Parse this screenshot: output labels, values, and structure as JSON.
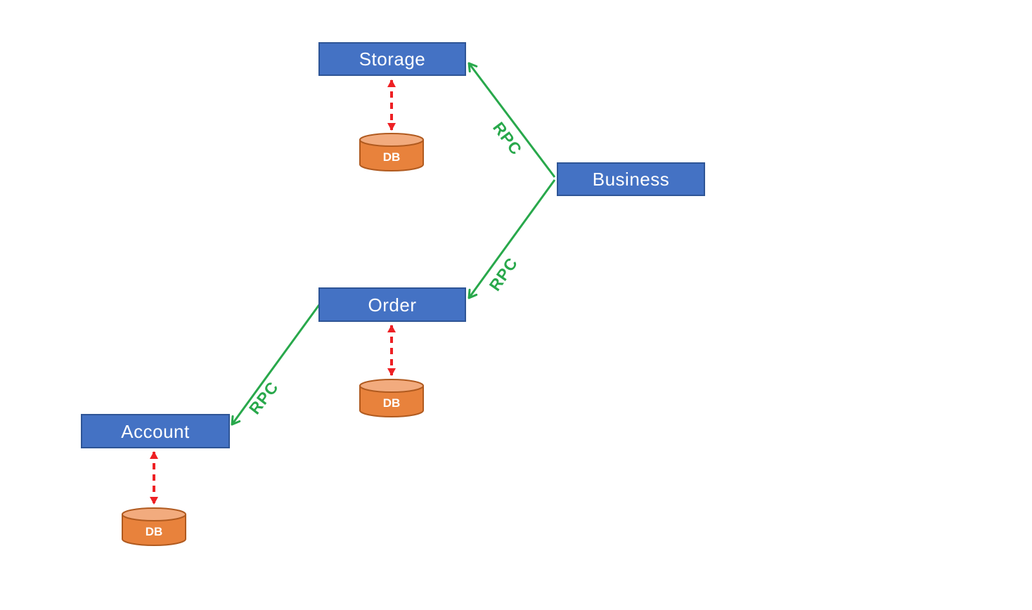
{
  "diagram": {
    "nodes": {
      "storage": {
        "label": "Storage"
      },
      "business": {
        "label": "Business"
      },
      "order": {
        "label": "Order"
      },
      "account": {
        "label": "Account"
      }
    },
    "databases": {
      "storage_db": {
        "label": "DB"
      },
      "order_db": {
        "label": "DB"
      },
      "account_db": {
        "label": "DB"
      }
    },
    "edges": [
      {
        "from": "Business",
        "to": "Storage",
        "label": "RPC",
        "style": "solid-green-arrow"
      },
      {
        "from": "Business",
        "to": "Order",
        "label": "RPC",
        "style": "solid-green-arrow"
      },
      {
        "from": "Order",
        "to": "Account",
        "label": "RPC",
        "style": "solid-green-arrow"
      }
    ],
    "db_links": [
      {
        "between": [
          "Storage",
          "DB"
        ],
        "style": "red-dashed-double-arrow"
      },
      {
        "between": [
          "Order",
          "DB"
        ],
        "style": "red-dashed-double-arrow"
      },
      {
        "between": [
          "Account",
          "DB"
        ],
        "style": "red-dashed-double-arrow"
      }
    ],
    "colors": {
      "node_fill": "#4472c4",
      "node_border": "#2e5596",
      "node_text": "#ffffff",
      "db_body_fill": "#e8823c",
      "db_top_fill": "#f2ab7e",
      "db_border": "#b05a1f",
      "db_text": "#ffffff",
      "rpc_green": "#28a84b",
      "link_red": "#ee2024",
      "background": "#ffffff"
    }
  }
}
